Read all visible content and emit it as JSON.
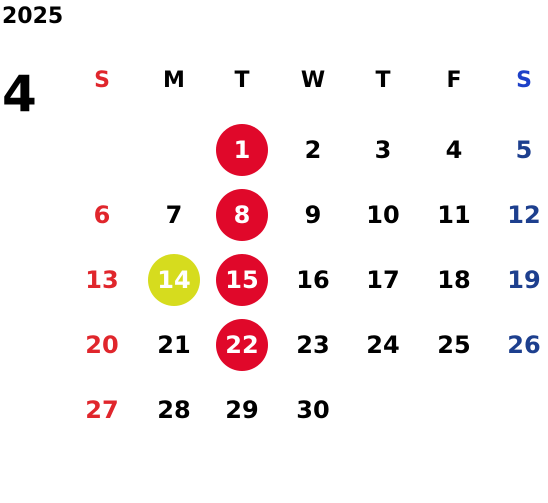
{
  "year": "2025",
  "month": "4",
  "colors": {
    "text": "#000000",
    "sunday": "#e0262c",
    "saturday": "#1d3f8e",
    "holiday_circle": "#e0082a",
    "today_circle": "#d6dc1e",
    "circle_text": "#ffffff"
  },
  "weekdays": [
    "S",
    "M",
    "T",
    "W",
    "T",
    "F",
    "S"
  ],
  "weekday_colors": [
    "#e0262c",
    "#000000",
    "#000000",
    "#000000",
    "#000000",
    "#000000",
    "#1d40c8"
  ],
  "weeks": [
    [
      null,
      null,
      {
        "d": "1",
        "mark": "holiday"
      },
      {
        "d": "2"
      },
      {
        "d": "3"
      },
      {
        "d": "4"
      },
      {
        "d": "5"
      }
    ],
    [
      {
        "d": "6"
      },
      {
        "d": "7"
      },
      {
        "d": "8",
        "mark": "holiday"
      },
      {
        "d": "9"
      },
      {
        "d": "10"
      },
      {
        "d": "11"
      },
      {
        "d": "12"
      }
    ],
    [
      {
        "d": "13"
      },
      {
        "d": "14",
        "mark": "today"
      },
      {
        "d": "15",
        "mark": "holiday"
      },
      {
        "d": "16"
      },
      {
        "d": "17"
      },
      {
        "d": "18"
      },
      {
        "d": "19"
      }
    ],
    [
      {
        "d": "20"
      },
      {
        "d": "21"
      },
      {
        "d": "22",
        "mark": "holiday"
      },
      {
        "d": "23"
      },
      {
        "d": "24"
      },
      {
        "d": "25"
      },
      {
        "d": "26"
      }
    ],
    [
      {
        "d": "27"
      },
      {
        "d": "28"
      },
      {
        "d": "29"
      },
      {
        "d": "30"
      },
      null,
      null,
      null
    ]
  ]
}
